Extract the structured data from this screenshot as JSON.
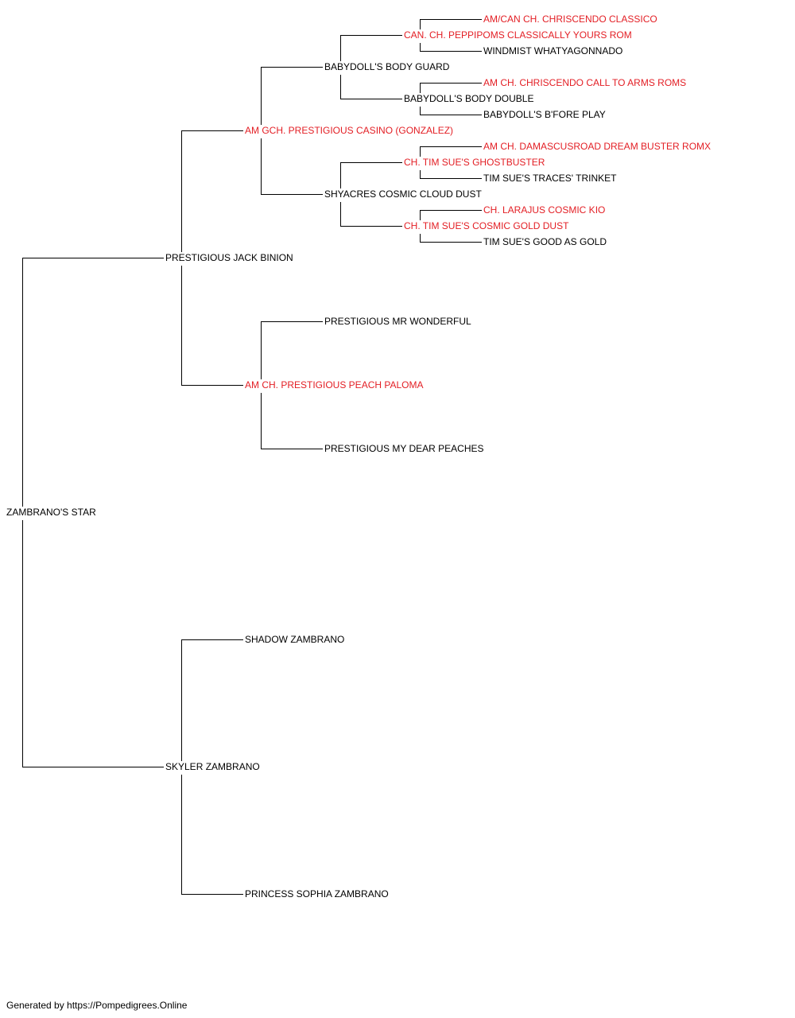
{
  "colors": {
    "normal": "#000000",
    "champion": "#e31e24",
    "line": "#000000"
  },
  "footer": "Generated by https://Pompedigrees.Online",
  "pedigree": {
    "name": "ZAMBRANO'S STAR",
    "champion": false,
    "sire": {
      "name": "PRESTIGIOUS JACK BINION",
      "champion": false,
      "sire": {
        "name": "AM GCH. PRESTIGIOUS CASINO (GONZALEZ)",
        "champion": true,
        "sire": {
          "name": "BABYDOLL'S BODY GUARD",
          "champion": false,
          "sire": {
            "name": "CAN. CH. PEPPIPOMS CLASSICALLY YOURS ROM",
            "champion": true,
            "sire": {
              "name": "AM/CAN CH. CHRISCENDO CLASSICO",
              "champion": true
            },
            "dam": {
              "name": "WINDMIST WHATYAGONNADO",
              "champion": false
            }
          },
          "dam": {
            "name": "BABYDOLL'S BODY DOUBLE",
            "champion": false,
            "sire": {
              "name": "AM CH. CHRISCENDO CALL TO ARMS ROMS",
              "champion": true
            },
            "dam": {
              "name": "BABYDOLL'S B'FORE PLAY",
              "champion": false
            }
          }
        },
        "dam": {
          "name": "SHYACRES COSMIC CLOUD DUST",
          "champion": false,
          "sire": {
            "name": "CH. TIM SUE'S GHOSTBUSTER",
            "champion": true,
            "sire": {
              "name": "AM CH. DAMASCUSROAD DREAM BUSTER ROMX",
              "champion": true
            },
            "dam": {
              "name": "TIM SUE'S TRACES' TRINKET",
              "champion": false
            }
          },
          "dam": {
            "name": "CH. TIM SUE'S COSMIC GOLD DUST",
            "champion": true,
            "sire": {
              "name": "CH. LARAJUS COSMIC KIO",
              "champion": true
            },
            "dam": {
              "name": "TIM SUE'S GOOD AS GOLD",
              "champion": false
            }
          }
        }
      },
      "dam": {
        "name": "AM CH. PRESTIGIOUS PEACH PALOMA",
        "champion": true,
        "sire": {
          "name": "PRESTIGIOUS MR WONDERFUL",
          "champion": false
        },
        "dam": {
          "name": "PRESTIGIOUS MY DEAR PEACHES",
          "champion": false
        }
      }
    },
    "dam": {
      "name": "SKYLER ZAMBRANO",
      "champion": false,
      "sire": {
        "name": "SHADOW ZAMBRANO",
        "champion": false
      },
      "dam": {
        "name": "PRINCESS SOPHIA ZAMBRANO",
        "champion": false
      }
    }
  }
}
